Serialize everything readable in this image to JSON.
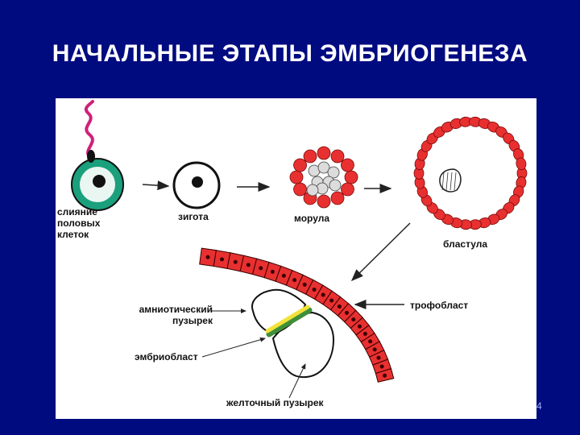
{
  "slide": {
    "title": "НАЧАЛЬНЫЕ ЭТАПЫ ЭМБРИОГЕНЕЗА",
    "page_number": "4"
  },
  "figure": {
    "labels": {
      "fusion_line1": "слияние",
      "fusion_line2": "половых",
      "fusion_line3": "клеток",
      "zygote": "зигота",
      "morula": "морула",
      "blastula": "бластула",
      "amniotic_line1": "амниотический",
      "amniotic_line2": "пузырек",
      "trophoblast": "трофобласт",
      "embryoblast": "эмбриобласт",
      "yolk_sac": "желточный пузырек"
    },
    "colors": {
      "background": "#000b80",
      "cell_red": "#e83030",
      "egg_teal": "#1aa07c",
      "sperm_magenta": "#d0207a",
      "embryoblast_yellow": "#f2e23a",
      "embryoblast_green": "#3f8f3a"
    }
  }
}
